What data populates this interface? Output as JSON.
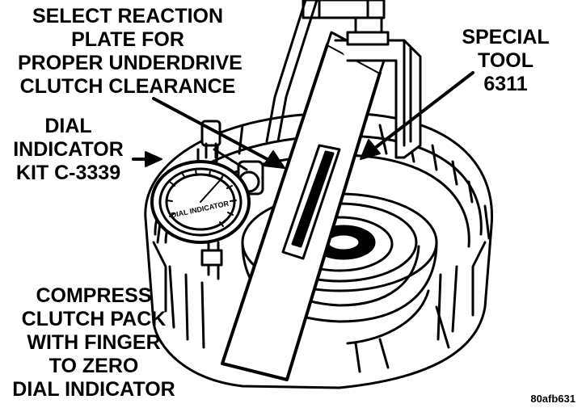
{
  "labels": {
    "select_reaction_plate": [
      "SELECT REACTION",
      "PLATE FOR",
      "PROPER UNDERDRIVE",
      "CLUTCH CLEARANCE"
    ],
    "special_tool": [
      "SPECIAL",
      "TOOL",
      "6311"
    ],
    "dial_indicator_kit": [
      "DIAL",
      "INDICATOR",
      "KIT C-3339"
    ],
    "compress_clutch_pack": [
      "COMPRESS",
      "CLUTCH PACK",
      "WITH FINGER",
      "TO ZERO",
      "DIAL INDICATOR"
    ]
  },
  "dial_face_brand": "DIAL INDICATOR",
  "figure_id": "80afb631"
}
